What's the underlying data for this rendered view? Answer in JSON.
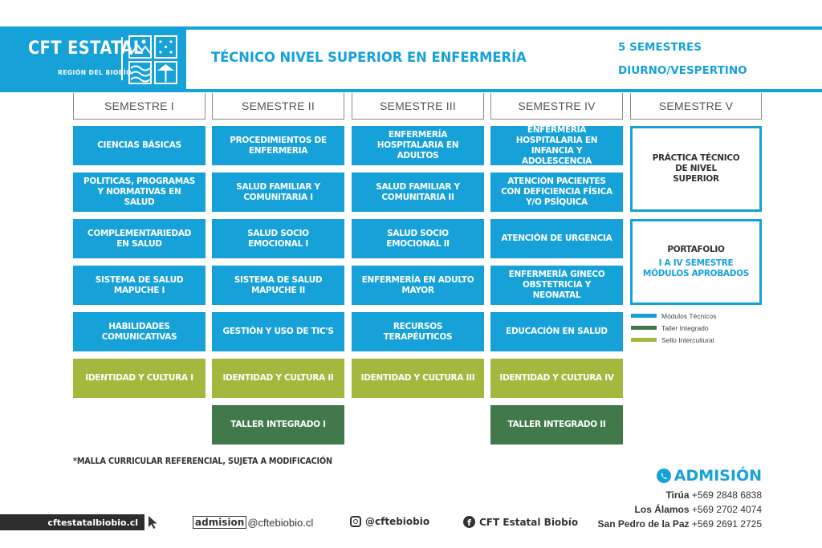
{
  "header": {
    "logo_main": "CFT ESTATAL",
    "logo_sub": "REGIÓN DEL BIOBÍO",
    "title": "TÉCNICO NIVEL SUPERIOR EN ENFERMERÍA",
    "semesters_count": "5 SEMESTRES",
    "schedule": "DIURNO/VESPERTINO"
  },
  "semesters": [
    "SEMESTRE I",
    "SEMESTRE II",
    "SEMESTRE III",
    "SEMESTRE IV",
    "SEMESTRE V"
  ],
  "modules": {
    "s1": [
      "CIENCIAS BÁSICAS",
      "POLITICAS, PROGRAMAS Y NORMATIVAS EN SALUD",
      "COMPLEMENTARIEDAD EN SALUD",
      "SISTEMA DE SALUD MAPUCHE I",
      "HABILIDADES COMUNICATIVAS",
      "IDENTIDAD Y CULTURA I"
    ],
    "s2": [
      "PROCEDIMIENTOS DE ENFERMERIA",
      "SALUD FAMILIAR Y COMUNITARIA I",
      "SALUD SOCIO EMOCIONAL I",
      "SISTEMA DE SALUD MAPUCHE II",
      "GESTIÓN Y USO DE TIC'S",
      "IDENTIDAD Y CULTURA II",
      "TALLER INTEGRADO I"
    ],
    "s3": [
      "ENFERMERÍA HOSPITALARIA EN ADULTOS",
      "SALUD FAMILIAR Y COMUNITARIA II",
      "SALUD SOCIO EMOCIONAL II",
      "ENFERMERÍA EN ADULTO MAYOR",
      "RECURSOS TERAPÉUTICOS",
      "IDENTIDAD Y CULTURA III"
    ],
    "s4": [
      "ENFERMERÍA HOSPITALARIA EN INFANCIA Y ADOLESCENCIA",
      "ATENCIÓN PACIENTES CON DEFICIENCIA FÍSICA Y/O PSÍQUICA",
      "ATENCIÓN DE URGENCIA",
      "ENFERMERÍA GINECO OBSTETRICIA Y NEONATAL",
      "EDUCACIÓN EN SALUD",
      "IDENTIDAD Y CULTURA IV",
      "TALLER INTEGRADO II"
    ],
    "s5": {
      "practica": "PRÁCTICA TÉCNICO DE NIVEL SUPERIOR",
      "portafolio_title": "PORTAFOLIO",
      "portafolio_detail_1": "I A IV SEMESTRE",
      "portafolio_detail_2": "MÓDULOS APROBADOS"
    }
  },
  "legend": [
    {
      "label": "Módulos Técnicos",
      "color": "#16a1d9"
    },
    {
      "label": "Taller Integrado",
      "color": "#41794a"
    },
    {
      "label": "Sello Intercultural",
      "color": "#a5b83e"
    }
  ],
  "note": "*MALLA CURRICULAR REFERENCIAL, SUJETA A MODIFICACIÓN",
  "admission": {
    "title": "ADMISIÓN",
    "icon": "whatsapp-icon",
    "contacts": [
      {
        "city": "Tirúa",
        "phone": "+569 2848 6838"
      },
      {
        "city": "Los Álamos",
        "phone": "+569 2702 4074"
      },
      {
        "city": "San Pedro de la Paz",
        "phone": "+569 2691 2725"
      }
    ]
  },
  "footer": {
    "website": "cftestatalbiobio.cl",
    "email_user": "admision",
    "email_domain": "@cftebiobio.cl",
    "instagram": "@cftebiobio",
    "facebook": "CFT Estatal Biobío"
  },
  "colors": {
    "brand_blue": "#16a1d9",
    "sello_green": "#a5b83e",
    "taller_green": "#41794a"
  }
}
